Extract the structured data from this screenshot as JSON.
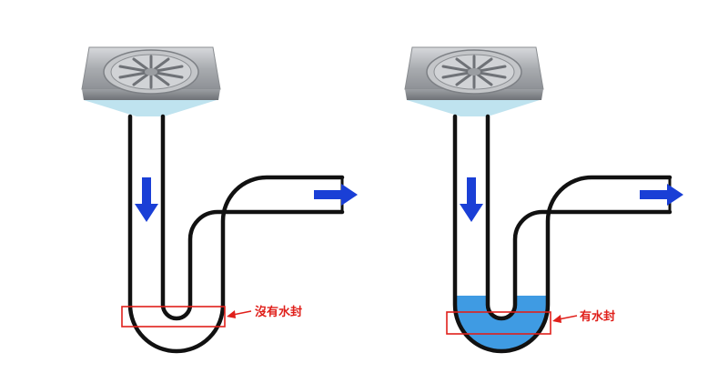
{
  "diagrams": [
    {
      "id": "left",
      "label": "沒有水封",
      "water_seal": false
    },
    {
      "id": "right",
      "label": "有水封",
      "water_seal": true
    }
  ],
  "colors": {
    "pipe_stroke": "#111111",
    "arrow": "#1a3fd6",
    "highlight_box": "#e0201b",
    "water_top": "#bfe3ef",
    "water_seal": "#3f9be3",
    "drain_metal": "#b7b9bc"
  },
  "icons": [
    "down-arrow-icon",
    "right-arrow-icon",
    "drain-cover-icon",
    "pointer-arrow-icon"
  ]
}
